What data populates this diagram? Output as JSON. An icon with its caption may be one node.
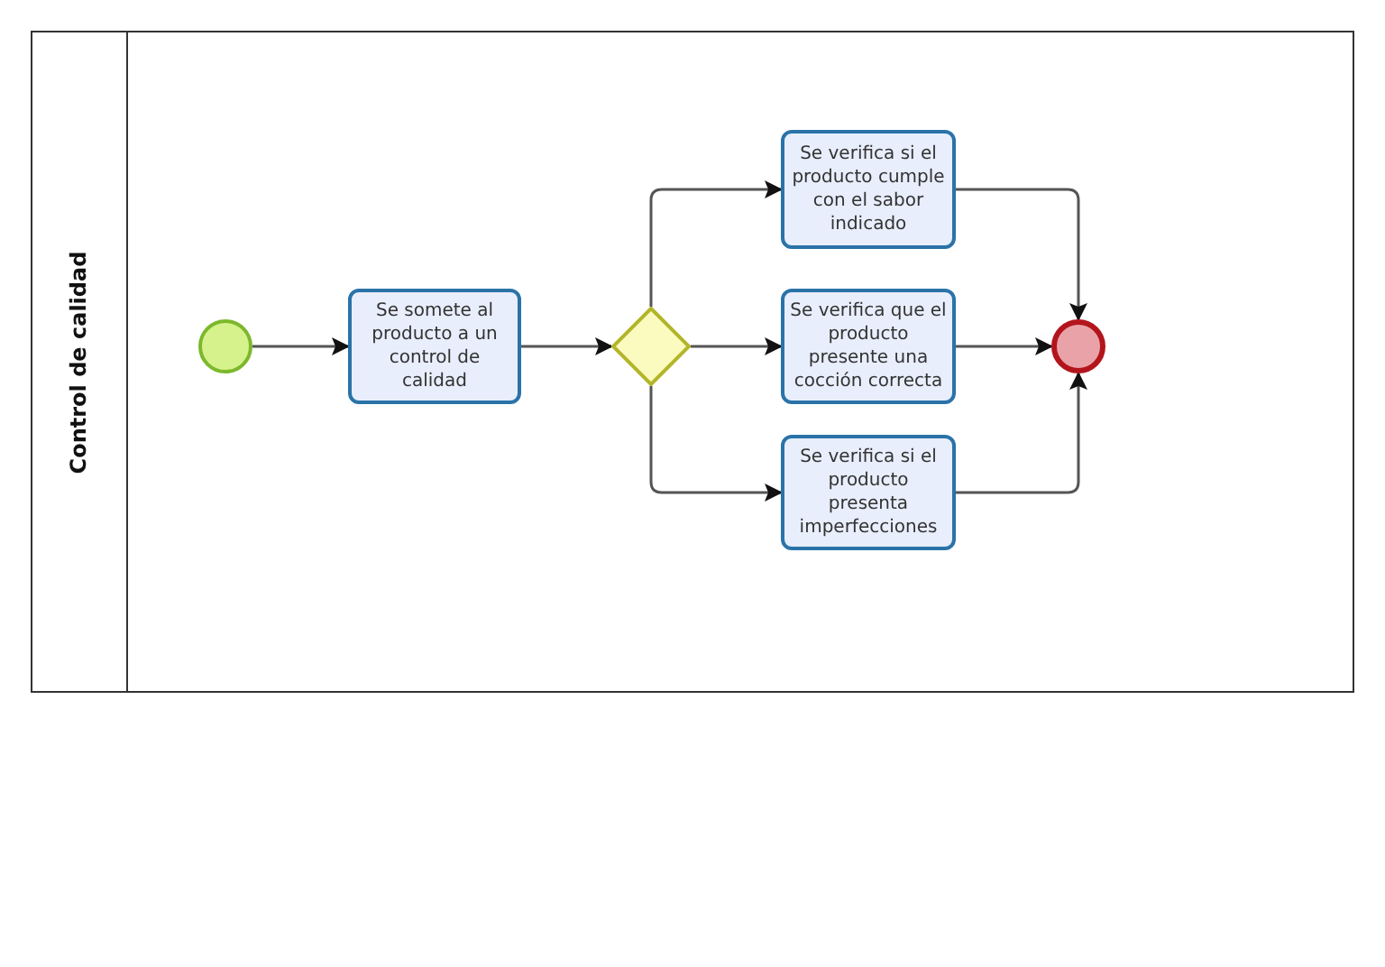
{
  "diagram": {
    "nodes": [
      {
        "text": [
          "Control de calidad"
        ]
      },
      {
        "text": [],
        "shape": "circle",
        "in": 0
      },
      {
        "text": [
          "Se somete al producto a un control de calidad"
        ],
        "in": 0
      },
      {
        "text": [],
        "shape": "diamond",
        "in": 0
      },
      {
        "text": [
          "Se verifica si el producto cumple con el sabor indicado"
        ],
        "in": 0
      },
      {
        "text": [
          "Se verifica que el producto presente una cocción correcta"
        ],
        "in": 0
      },
      {
        "text": [
          "Se verifica si el producto presenta imperfecciones"
        ],
        "in": 0
      },
      {
        "text": [],
        "shape": "circle",
        "in": 0
      }
    ],
    "edges": [
      {
        "from": 1,
        "to": 2,
        "arrow": "to"
      },
      {
        "from": 2,
        "to": 3,
        "arrow": "to"
      },
      {
        "from": 3,
        "to": 4,
        "arrow": "to"
      },
      {
        "from": 3,
        "to": 5,
        "arrow": "to"
      },
      {
        "from": 3,
        "to": 6,
        "arrow": "to"
      },
      {
        "from": 4,
        "to": 7,
        "arrow": "to"
      },
      {
        "from": 5,
        "to": 7,
        "arrow": "to"
      },
      {
        "from": 6,
        "to": 7,
        "arrow": "to"
      }
    ]
  }
}
